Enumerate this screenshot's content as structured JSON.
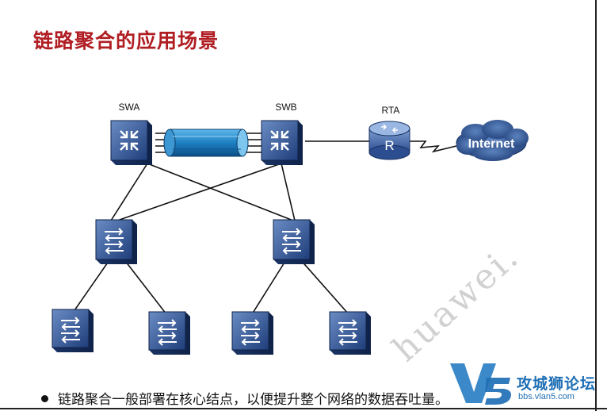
{
  "slide": {
    "title": "链路聚合的应用场景"
  },
  "diagram": {
    "nodes": {
      "swa": {
        "label": "SWA",
        "icon": "core-switch-icon"
      },
      "swb": {
        "label": "SWB",
        "icon": "core-switch-icon"
      },
      "rta": {
        "label": "RTA",
        "icon": "router-icon"
      },
      "internet": {
        "label": "Internet",
        "icon": "cloud-icon"
      }
    },
    "distribution_switches": 2,
    "access_switches": 4,
    "colors": {
      "device_blue": "#2c4d8f",
      "link_bundle": "#2a8ac9",
      "cloud": "#2f5a91"
    }
  },
  "bullets": [
    "链路聚合一般部署在核心结点，以便提升整个网络的数据吞吐量。"
  ],
  "watermark": {
    "text": "huawei.",
    "brand_name": "攻城狮论坛",
    "brand_url": "bbs.vlan5.com"
  }
}
